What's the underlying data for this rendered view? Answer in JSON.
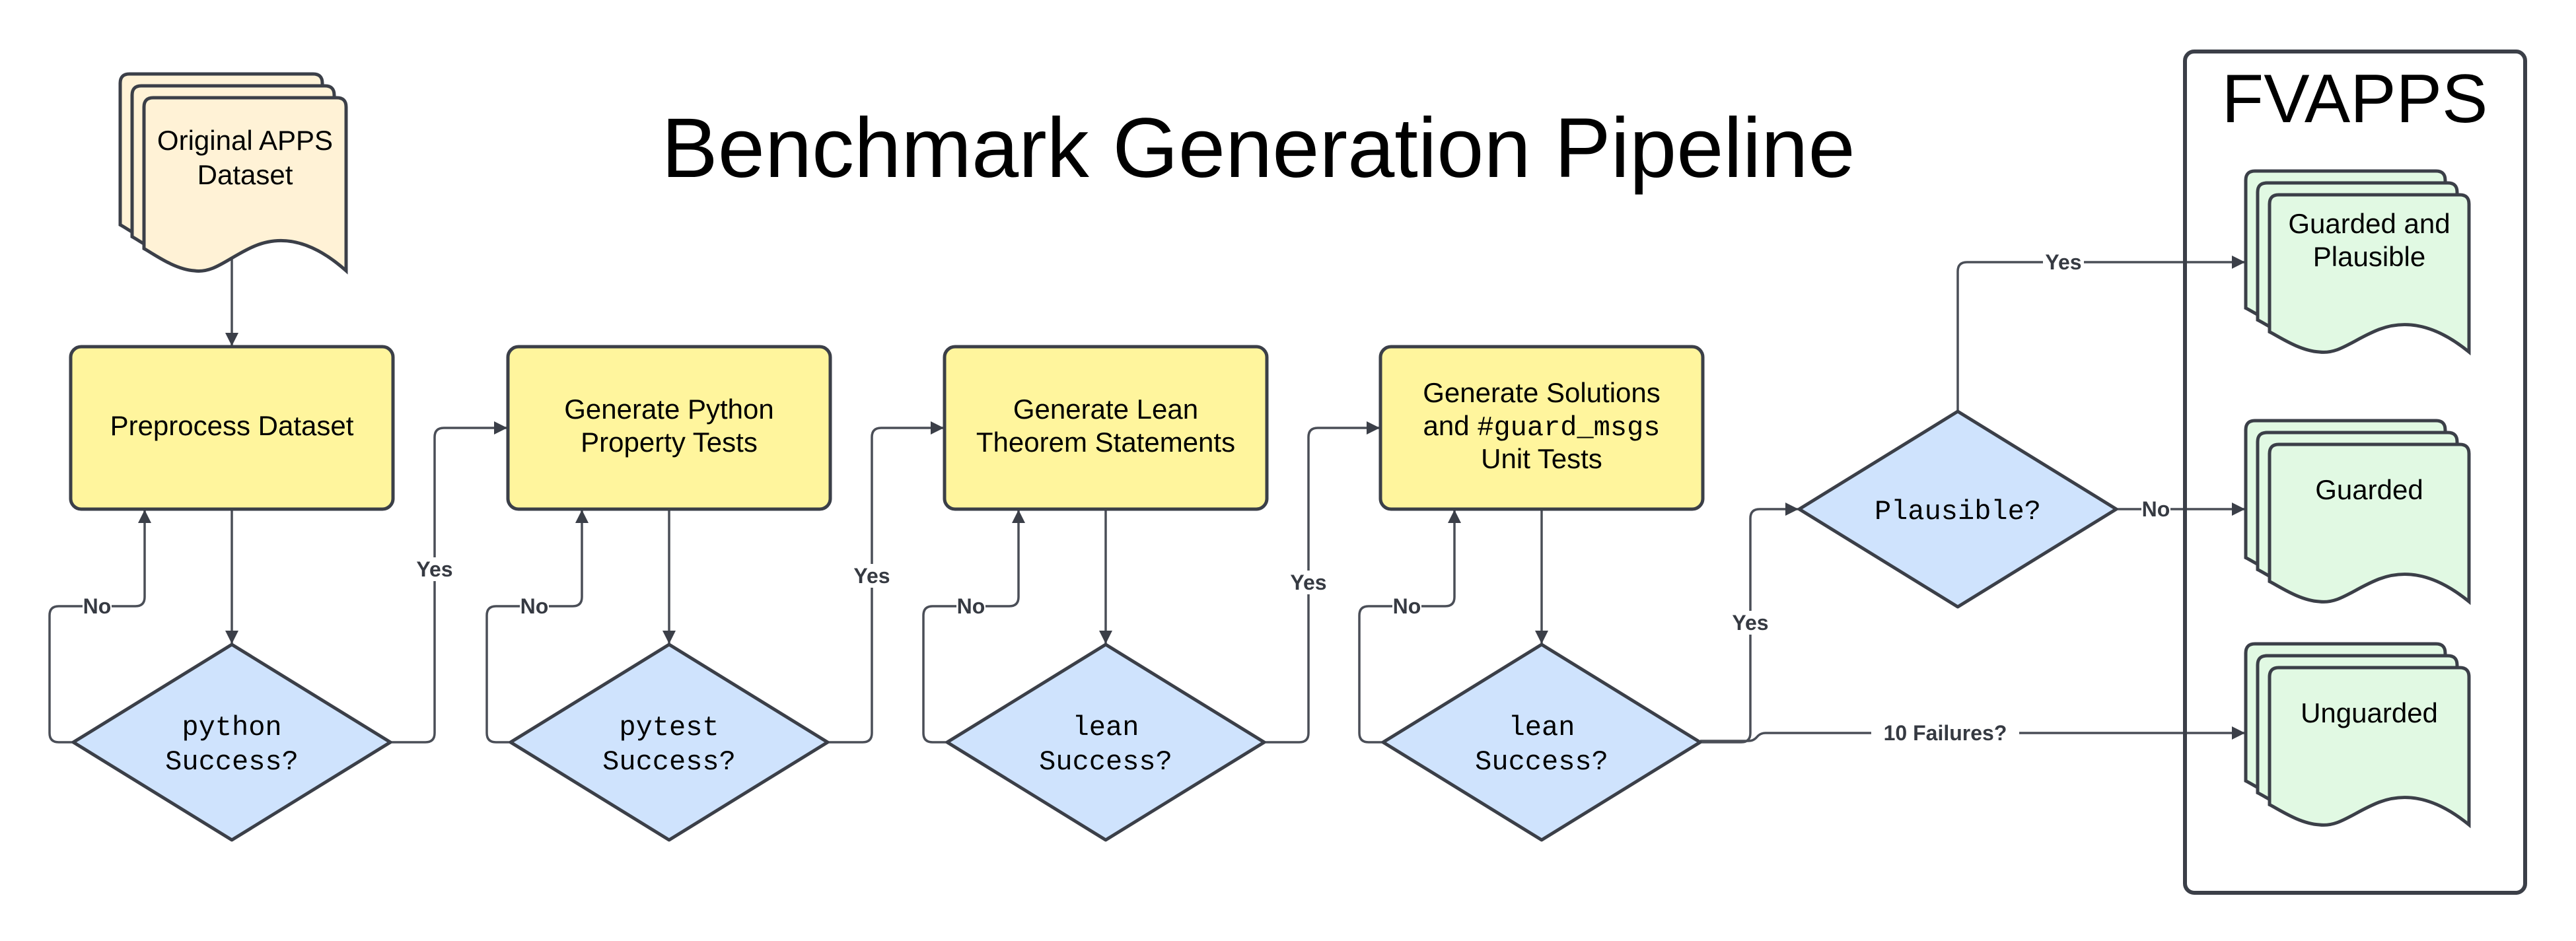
{
  "title": "Benchmark Generation Pipeline",
  "source": {
    "lines": [
      "Original APPS",
      "Dataset"
    ]
  },
  "colors": {
    "process_fill": "#fff59d",
    "decision_fill": "#cfe3fd",
    "source_doc_fill": "#fff2d6",
    "output_doc_fill": "#e1f9e3",
    "stroke": "#3b3f48"
  },
  "stages": [
    {
      "process": {
        "lines": [
          [
            {
              "t": "Preprocess Dataset",
              "mono": false
            }
          ]
        ]
      },
      "decision": {
        "lines": [
          [
            {
              "t": "python",
              "mono": true
            }
          ],
          [
            {
              "t": "Success?",
              "mono": true
            }
          ]
        ]
      },
      "no_label": "No",
      "yes_label": "Yes"
    },
    {
      "process": {
        "lines": [
          [
            {
              "t": "Generate Python",
              "mono": false
            }
          ],
          [
            {
              "t": "Property Tests",
              "mono": false
            }
          ]
        ]
      },
      "decision": {
        "lines": [
          [
            {
              "t": "pytest",
              "mono": true
            }
          ],
          [
            {
              "t": "Success?",
              "mono": true
            }
          ]
        ]
      },
      "no_label": "No",
      "yes_label": "Yes"
    },
    {
      "process": {
        "lines": [
          [
            {
              "t": "Generate Lean",
              "mono": false
            }
          ],
          [
            {
              "t": "Theorem Statements",
              "mono": false
            }
          ]
        ]
      },
      "decision": {
        "lines": [
          [
            {
              "t": "lean",
              "mono": true
            }
          ],
          [
            {
              "t": "Success?",
              "mono": true
            }
          ]
        ]
      },
      "no_label": "No",
      "yes_label": "Yes"
    },
    {
      "process": {
        "lines": [
          [
            {
              "t": "Generate Solutions",
              "mono": false
            }
          ],
          [
            {
              "t": "and ",
              "mono": false
            },
            {
              "t": "#guard_msgs",
              "mono": true
            }
          ],
          [
            {
              "t": "Unit Tests",
              "mono": false
            }
          ]
        ]
      },
      "decision": {
        "lines": [
          [
            {
              "t": "lean",
              "mono": true
            }
          ],
          [
            {
              "t": "Success?",
              "mono": true
            }
          ]
        ]
      },
      "no_label": "No",
      "yes_label": "Yes"
    }
  ],
  "plausible": {
    "label": "Plausible?",
    "yes_label": "Yes",
    "no_label": "No"
  },
  "failures_label": "10 Failures?",
  "fvapps": {
    "title": "FVAPPS",
    "outputs": [
      {
        "lines": [
          "Guarded and",
          "Plausible"
        ]
      },
      {
        "lines": [
          "Guarded"
        ]
      },
      {
        "lines": [
          "Unguarded"
        ]
      }
    ]
  }
}
